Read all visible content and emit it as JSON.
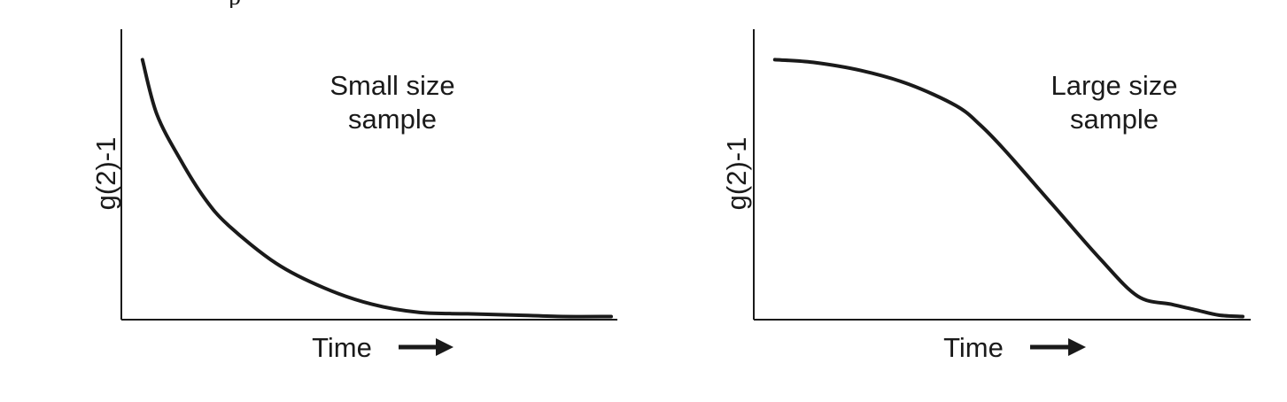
{
  "page_fragment": "p",
  "chart_data": [
    {
      "type": "line",
      "title": "",
      "xlabel": "Time",
      "ylabel": "g(2)-1",
      "annotation": [
        "Small size",
        "sample"
      ],
      "x_arrow": true,
      "ticks": false,
      "grid": false,
      "xlim": [
        0,
        10
      ],
      "ylim": [
        0,
        1
      ],
      "series": [
        {
          "x": [
            0.2,
            0.5,
            1,
            1.5,
            2,
            3,
            4,
            5,
            6,
            7,
            8,
            9,
            10
          ],
          "y": [
            0.95,
            0.75,
            0.58,
            0.44,
            0.34,
            0.2,
            0.11,
            0.05,
            0.02,
            0.015,
            0.01,
            0.005,
            0.005
          ]
        }
      ],
      "color": "#1a1a1a"
    },
    {
      "type": "line",
      "title": "",
      "xlabel": "Time",
      "ylabel": "g(2)-1",
      "annotation": [
        "Large size",
        "sample"
      ],
      "x_arrow": true,
      "ticks": false,
      "grid": false,
      "xlim": [
        0,
        10
      ],
      "ylim": [
        0,
        1
      ],
      "series": [
        {
          "x": [
            0.2,
            1,
            2,
            3,
            4,
            4.5,
            5,
            6,
            7,
            7.8,
            8.5,
            9,
            9.5,
            10
          ],
          "y": [
            0.95,
            0.94,
            0.91,
            0.86,
            0.78,
            0.71,
            0.62,
            0.42,
            0.22,
            0.08,
            0.05,
            0.03,
            0.01,
            0.005
          ]
        }
      ],
      "color": "#1a1a1a"
    }
  ]
}
